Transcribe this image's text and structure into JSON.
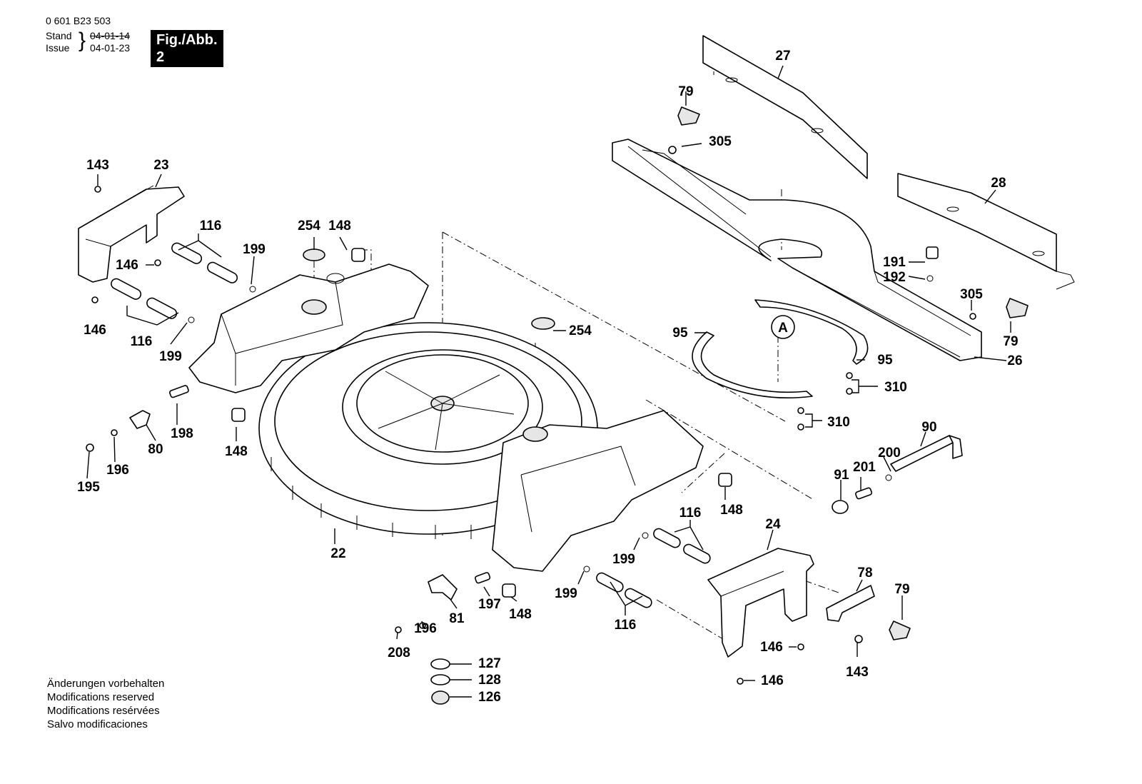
{
  "header": {
    "part_number": "0 601 B23 503",
    "stand_label": "Stand",
    "issue_label": "Issue",
    "stand_date": "04-01-14",
    "issue_date": "04-01-23",
    "figure_label": "Fig./Abb. 2"
  },
  "notes": [
    "Änderungen vorbehalten",
    "Modifications reserved",
    "Modifications resérvées",
    "Salvo modificaciones"
  ],
  "detail_marker": "A",
  "part_labels": {
    "p27": "27",
    "p79a": "79",
    "p305a": "305",
    "p28": "28",
    "p191": "191",
    "p192": "192",
    "p305b": "305",
    "p79b": "79",
    "p26": "26",
    "p95a": "95",
    "p95b": "95",
    "p310a": "310",
    "p310b": "310",
    "p254b": "254",
    "p143a": "143",
    "p23": "23",
    "p116a": "116",
    "p199a": "199",
    "p146a": "146",
    "p146b": "146",
    "p116b": "116",
    "p199b": "199",
    "p254a": "254",
    "p148a": "148",
    "p148b": "148",
    "p198": "198",
    "p80": "80",
    "p196a": "196",
    "p195": "195",
    "p22": "22",
    "p90": "90",
    "p200": "200",
    "p91": "91",
    "p201": "201",
    "p148c": "148",
    "p116c": "116",
    "p199c": "199",
    "p24": "24",
    "p199d": "199",
    "p116d": "116",
    "p78": "78",
    "p79c": "79",
    "p146c": "146",
    "p143b": "143",
    "p146d": "146",
    "p197": "197",
    "p148d": "148",
    "p81": "81",
    "p196b": "196",
    "p208": "208",
    "p127": "127",
    "p128": "128",
    "p126": "126"
  }
}
